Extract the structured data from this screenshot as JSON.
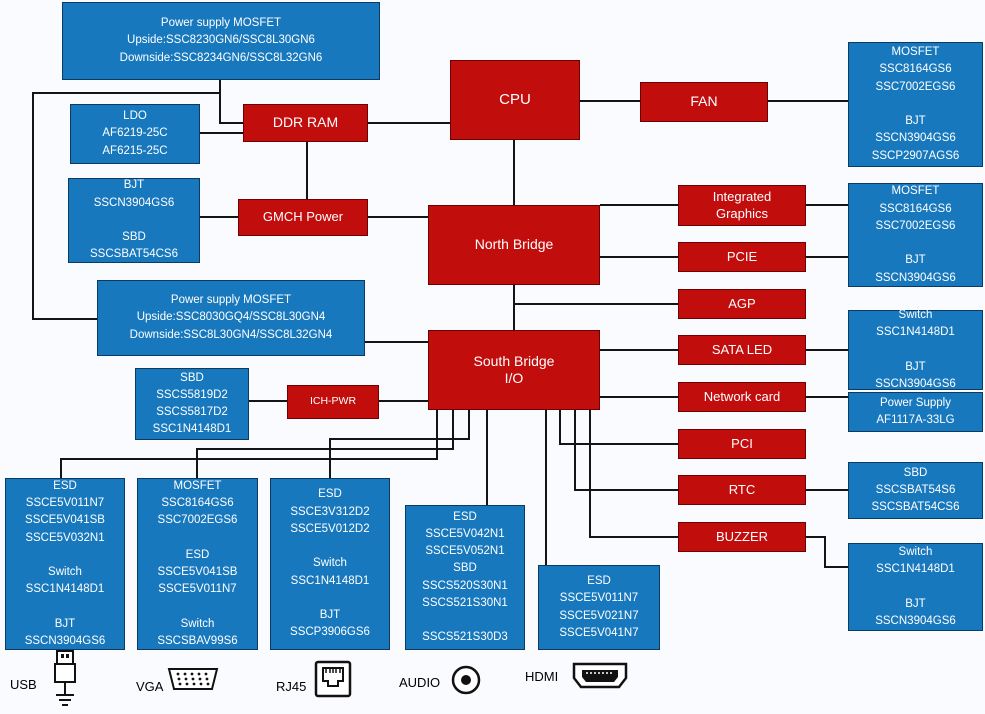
{
  "colors": {
    "node_red": "#c20d0d",
    "node_blue": "#1878be",
    "connector": "#141414"
  },
  "nodes": {
    "cpu": "CPU",
    "ddr_ram": "DDR RAM",
    "gmch_power": "GMCH Power",
    "north_bridge": "North Bridge",
    "south_bridge": [
      "South Bridge",
      "I/O"
    ],
    "fan": "FAN",
    "integrated_graphics": [
      "Integrated",
      "Graphics"
    ],
    "pcie": "PCIE",
    "agp": "AGP",
    "sata_led": "SATA LED",
    "network_card": "Network card",
    "pci": "PCI",
    "rtc": "RTC",
    "buzzer": "BUZZER",
    "ich_pwr": "ICH-PWR"
  },
  "component_boxes": {
    "psu_top": [
      "Power supply MOSFET",
      "Upside:SSC8230GN6/SSC8L30GN6",
      "Downside:SSC8234GN6/SSC8L32GN6"
    ],
    "ldo": [
      "LDO",
      "AF6219-25C",
      "AF6215-25C"
    ],
    "bjt_sbd": [
      "BJT",
      "SSCN3904GS6",
      "",
      "SBD",
      "SSCSBAT54CS6"
    ],
    "psu_mid": [
      "Power supply MOSFET",
      "Upside:SSC8030GQ4/SSC8L30GN4",
      "Downside:SSC8L30GN4/SSC8L32GN4"
    ],
    "sbd_ich": [
      "SBD",
      "SSCS5819D2",
      "SSCS5817D2",
      "SSC1N4148D1"
    ],
    "right_fan": [
      "MOSFET",
      "SSC8164GS6",
      "SSC7002EGS6",
      "",
      "BJT",
      "SSCN3904GS6",
      "SSCP2907AGS6"
    ],
    "right_graphics": [
      "MOSFET",
      "SSC8164GS6",
      "SSC7002EGS6",
      "",
      "BJT",
      "SSCN3904GS6"
    ],
    "right_sata": [
      "Switch",
      "SSC1N4148D1",
      "",
      "BJT",
      "SSCN3904GS6"
    ],
    "right_network": [
      "Power Supply",
      "AF1117A-33LG"
    ],
    "right_rtc": [
      "SBD",
      "SSCSBAT54S6",
      "SSCSBAT54CS6"
    ],
    "right_buzzer": [
      "Switch",
      "SSC1N4148D1",
      "",
      "BJT",
      "SSCN3904GS6"
    ],
    "usb": [
      "ESD",
      "SSCE5V011N7",
      "SSCE5V041SB",
      "SSCE5V032N1",
      "",
      "Switch",
      "SSC1N4148D1",
      "",
      "BJT",
      "SSCN3904GS6"
    ],
    "vga": [
      "MOSFET",
      "SSC8164GS6",
      "SSC7002EGS6",
      "",
      "ESD",
      "SSCE5V041SB",
      "SSCE5V011N7",
      "",
      "Switch",
      "SSCSBAV99S6"
    ],
    "rj45": [
      "ESD",
      "SSCE3V312D2",
      "SSCE5V012D2",
      "",
      "Switch",
      "SSC1N4148D1",
      "",
      "BJT",
      "SSCP3906GS6"
    ],
    "audio": [
      "ESD",
      "SSCE5V042N1",
      "SSCE5V052N1",
      "SBD",
      "SSCS520S30N1",
      "SSCS521S30N1",
      "",
      "SSCS521S30D3"
    ],
    "hdmi": [
      "ESD",
      "SSCE5V011N7",
      "SSCE5V021N7",
      "SSCE5V041N7"
    ]
  },
  "ports": {
    "usb": "USB",
    "vga": "VGA",
    "rj45": "RJ45",
    "audio": "AUDIO",
    "hdmi": "HDMI"
  }
}
